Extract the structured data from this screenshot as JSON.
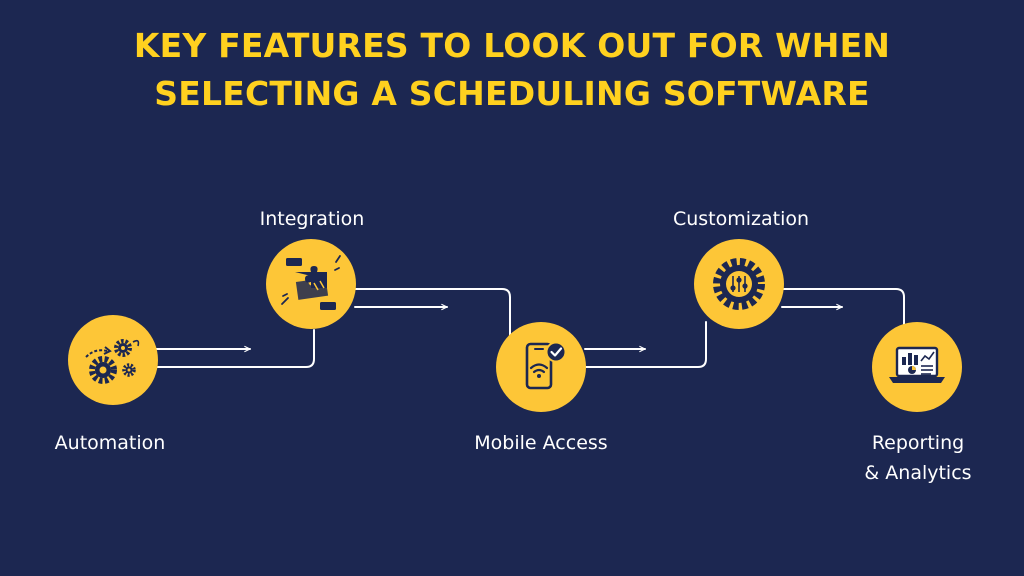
{
  "title": {
    "line1": "KEY FEATURES TO LOOK OUT FOR WHEN",
    "line2": "SELECTING A SCHEDULING SOFTWARE"
  },
  "features": [
    {
      "label": "Automation",
      "icon": "gears-icon"
    },
    {
      "label": "Integration",
      "icon": "puzzle-handshake-icon"
    },
    {
      "label": "Mobile Access",
      "icon": "mobile-check-icon"
    },
    {
      "label": "Customization",
      "icon": "gear-sliders-icon"
    },
    {
      "label_line1": "Reporting",
      "label_line2": "& Analytics",
      "icon": "laptop-chart-icon"
    }
  ],
  "colors": {
    "background": "#1c2751",
    "accent": "#ffd11f",
    "circle_fill": "#fdc637",
    "icon_ink": "#1c2751",
    "connector": "#ffffff"
  }
}
